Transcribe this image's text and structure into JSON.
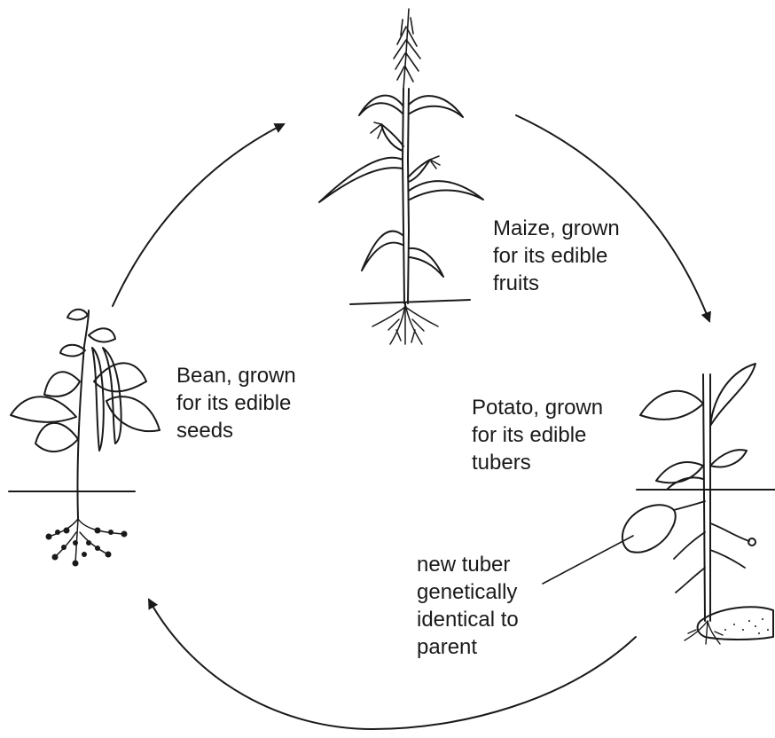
{
  "labels": {
    "maize": {
      "lines": [
        "Maize, grown",
        "for its edible",
        "fruits"
      ]
    },
    "bean": {
      "lines": [
        "Bean, grown",
        "for its edible",
        "seeds"
      ]
    },
    "potato": {
      "lines": [
        "Potato, grown",
        "for its edible",
        "tubers"
      ]
    },
    "new_tuber": {
      "lines": [
        "new tuber",
        "genetically",
        "identical to",
        "parent"
      ]
    }
  },
  "colors": {
    "ink": "#1a1a1a",
    "background": "#ffffff"
  }
}
